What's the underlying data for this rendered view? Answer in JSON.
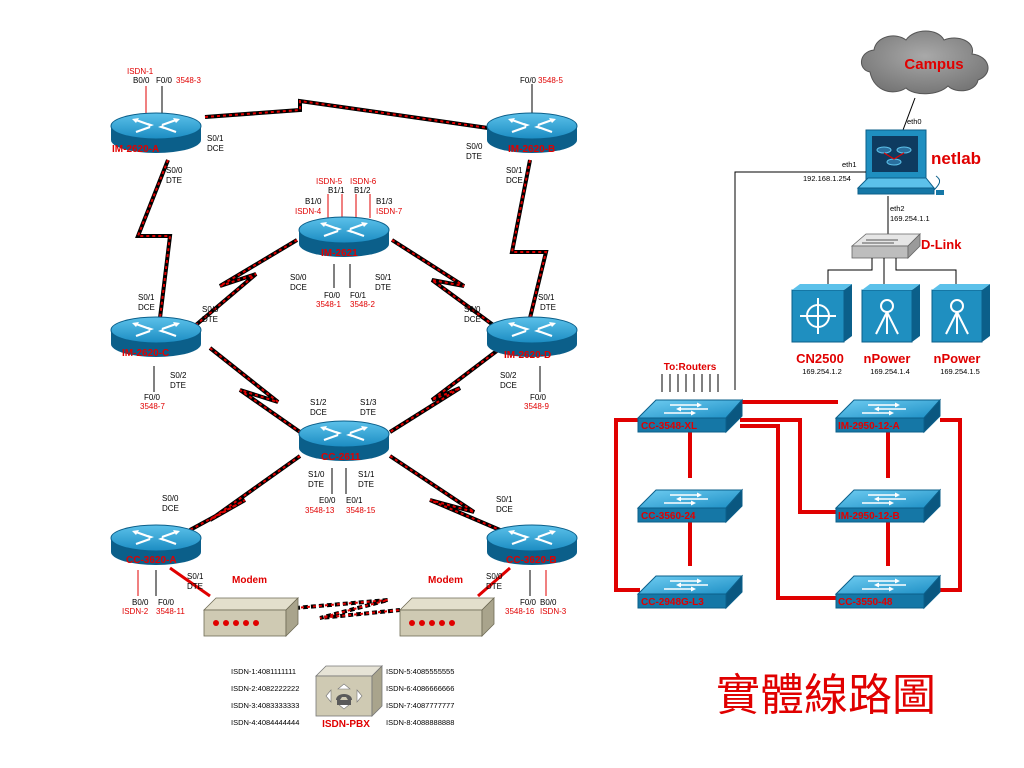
{
  "title": "實體線路圖",
  "cloud": {
    "label": "Campus"
  },
  "server": {
    "label": "netlab",
    "eth0": "eth0",
    "eth1": "eth1",
    "eth1_ip": "192.168.1.254",
    "eth2": "eth2",
    "eth2_ip": "169.254.1.1"
  },
  "hub": {
    "label": "D-Link"
  },
  "access_devices": [
    {
      "label": "CN2500",
      "ip": "169.254.1.2"
    },
    {
      "label": "nPower",
      "ip": "169.254.1.4"
    },
    {
      "label": "nPower",
      "ip": "169.254.1.5"
    }
  ],
  "to_routers": "To:Routers",
  "routers": {
    "im2620a": "IM-2620-A",
    "im2620b": "IM-2620-B",
    "im2621": "IM-2621",
    "im2620c": "IM-2620-C",
    "im2620d": "IM-2620-D",
    "cc2611": "CC-2611",
    "cc3620a": "CC-3620-A",
    "cc3620b": "CC-3620-B"
  },
  "switches": {
    "cc3548xl": "CC-3548-XL",
    "cc356024": "CC-3560-24",
    "cc2948gl3": "CC-2948G-L3",
    "im295012a": "IM-2950-12-A",
    "im295012b": "IM-2950-12-B",
    "cc355048": "CC-3550-48"
  },
  "ports": {
    "a_isdn": "ISDN-1",
    "a_b00": "B0/0",
    "a_f00": "F0/0",
    "a_f00_sw": "3548-3",
    "a_s01": "S0/1",
    "a_s01_dce": "DCE",
    "a_s00": "S0/0",
    "a_s00_dte": "DTE",
    "b_f00": "F0/0",
    "b_f00_sw": "3548-5",
    "b_s00": "S0/0",
    "b_s00_dte": "DTE",
    "b_s01": "S0/1",
    "b_s01_dce": "DCE",
    "m_isdn5": "ISDN-5",
    "m_isdn6": "ISDN-6",
    "m_b11": "B1/1",
    "m_b12": "B1/2",
    "m_b10": "B1/0",
    "m_isdn4": "ISDN-4",
    "m_b13": "B1/3",
    "m_isdn7": "ISDN-7",
    "m_s00": "S0/0",
    "m_s00_dce": "DCE",
    "m_s01": "S0/1",
    "m_s01_dte": "DTE",
    "m_f00": "F0/0",
    "m_f00_sw": "3548-1",
    "m_f01": "F0/1",
    "m_f01_sw": "3548-2",
    "c_s01": "S0/1",
    "c_s01_dce": "DCE",
    "c_s00": "S0/0",
    "c_s00_dte": "DTE",
    "c_s02": "S0/2",
    "c_s02_dte": "DTE",
    "c_f00": "F0/0",
    "c_f00_sw": "3548-7",
    "d_s00": "S0/0",
    "d_s00_dce": "DCE",
    "d_s01": "S0/1",
    "d_s01_dte": "DTE",
    "d_s02": "S0/2",
    "d_s02_dce": "DCE",
    "d_f00": "F0/0",
    "d_f00_sw": "3548-9",
    "cc_s12": "S1/2",
    "cc_s12_dce": "DCE",
    "cc_s13": "S1/3",
    "cc_s13_dte": "DTE",
    "cc_s10": "S1/0",
    "cc_s10_dte": "DTE",
    "cc_s11": "S1/1",
    "cc_s11_dte": "DTE",
    "cc_e00": "E0/0",
    "cc_e00_sw": "3548-13",
    "cc_e01": "E0/1",
    "cc_e01_sw": "3548-15",
    "ca_s00": "S0/0",
    "ca_s00_dce": "DCE",
    "ca_s01": "S0/1",
    "ca_s01_dte": "DTE",
    "ca_b00": "B0/0",
    "ca_isdn": "ISDN-2",
    "ca_f00": "F0/0",
    "ca_f00_sw": "3548-11",
    "cb_s01": "S0/1",
    "cb_s01_dce": "DCE",
    "cb_s00": "S0/0",
    "cb_s00_dte": "DTE",
    "cb_f00": "F0/0",
    "cb_f00_sw": "3548-16",
    "cb_b00": "B0/0",
    "cb_isdn": "ISDN-3"
  },
  "modems": {
    "left": "Modem",
    "right": "Modem"
  },
  "pbx": {
    "label": "ISDN-PBX",
    "left": [
      "ISDN-1:4081111111",
      "ISDN-2:4082222222",
      "ISDN-3:4083333333",
      "ISDN-4:4084444444"
    ],
    "right": [
      "ISDN-5:4085555555",
      "ISDN-6:4086666666",
      "ISDN-7:4087777777",
      "ISDN-8:4088888888"
    ]
  },
  "colors": {
    "accent": "#e00000",
    "device_blue": "#1f8fc0",
    "device_dark": "#0b5f8a",
    "modem": "#cfcab3",
    "cloud": "#8c8c8c"
  }
}
